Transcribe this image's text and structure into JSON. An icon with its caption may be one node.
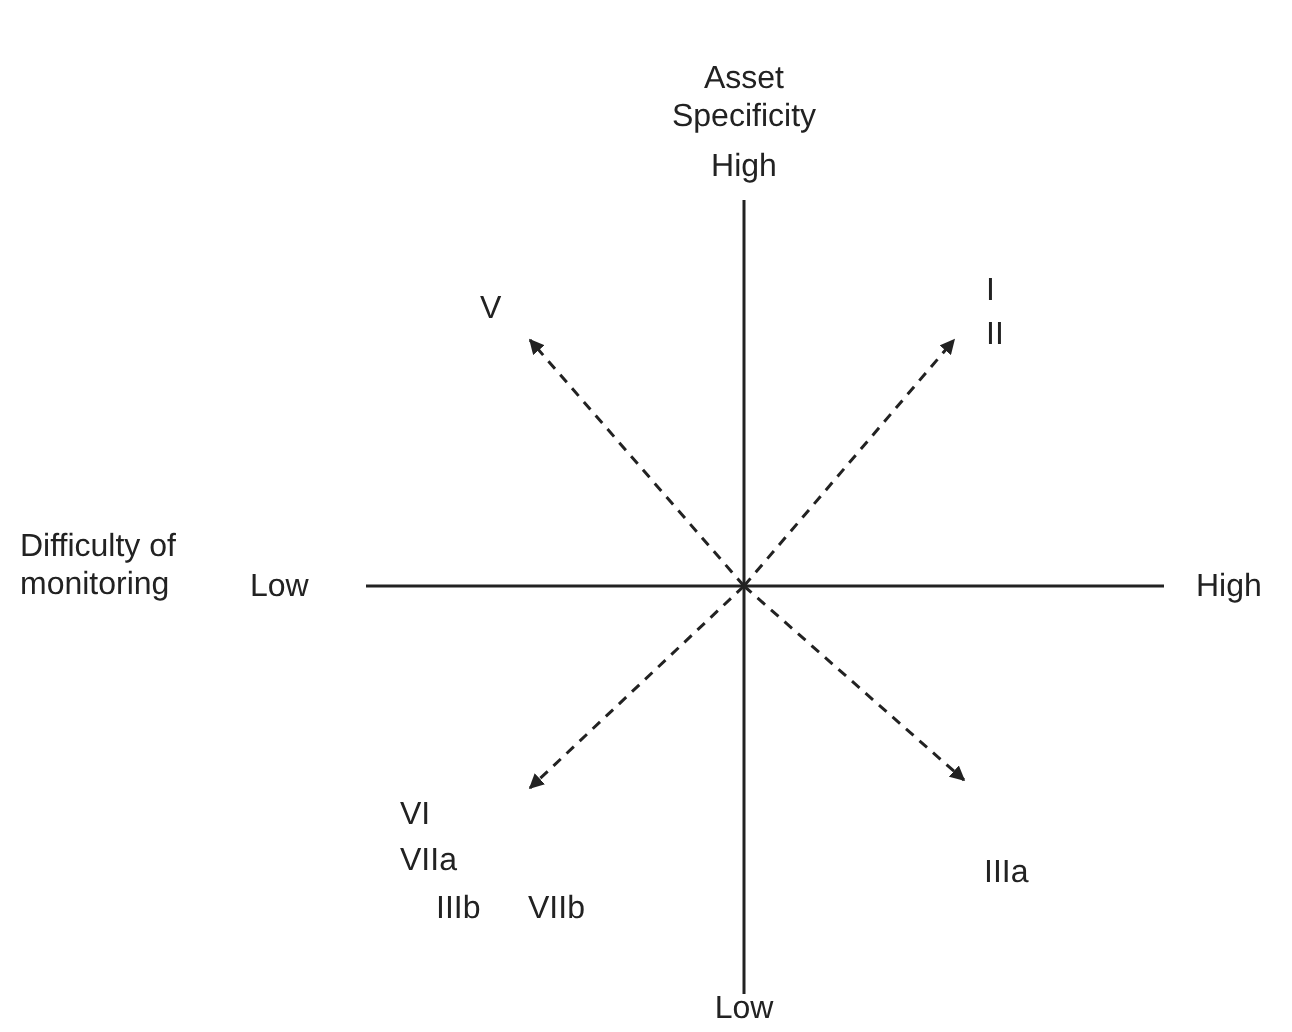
{
  "diagram": {
    "nodes": [
      {
        "text": [
          "V"
        ]
      },
      {
        "text": [
          "I",
          "II"
        ]
      },
      {
        "text": [
          "VI",
          "VIIa",
          "IIIb",
          "VIIb"
        ]
      },
      {
        "text": [
          "IIIa"
        ]
      }
    ],
    "edges": [
      {
        "from": null,
        "to": 0,
        "arrow": "to",
        "style": "dashed"
      },
      {
        "from": null,
        "to": 1,
        "arrow": "to",
        "style": "dashed"
      },
      {
        "from": null,
        "to": 2,
        "arrow": "to",
        "style": "dashed"
      },
      {
        "from": null,
        "to": 3,
        "arrow": "to",
        "style": "dashed"
      }
    ],
    "labels": [
      "Asset Specificity",
      "High",
      "Difficulty of monitoring",
      "Low",
      "High",
      "Low"
    ]
  }
}
